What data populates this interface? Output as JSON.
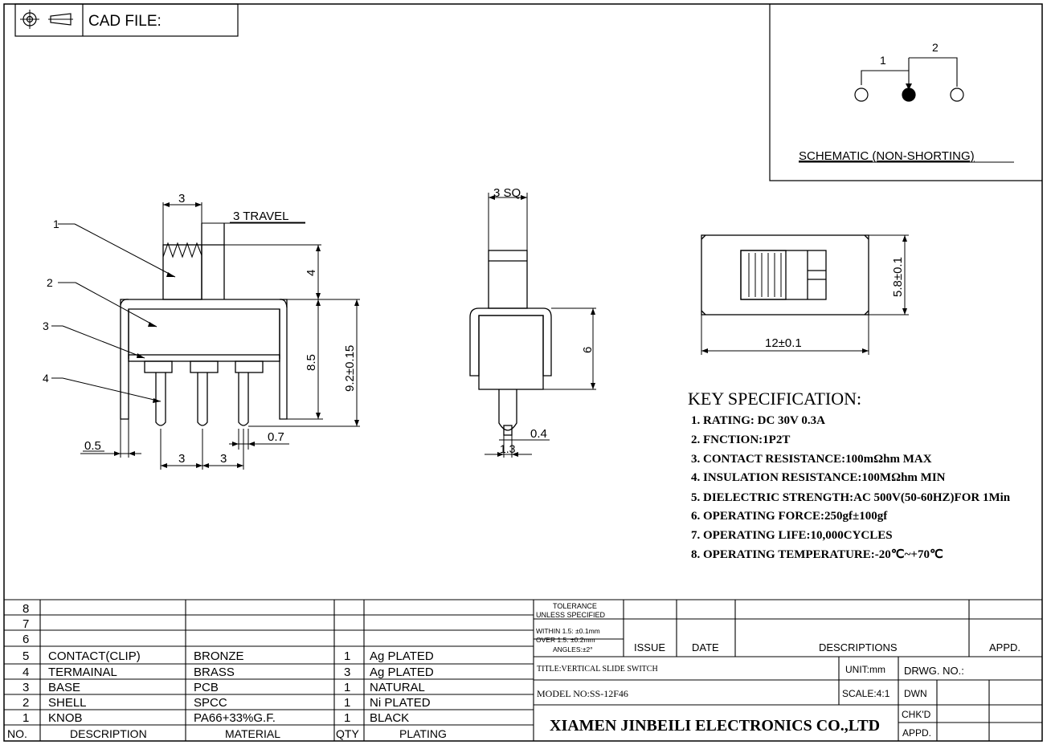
{
  "header": {
    "cad_label": "CAD FILE:",
    "projection_icon": "third-angle-projection-icon"
  },
  "schematic": {
    "pin1": "1",
    "pin2": "2",
    "caption": "SCHEMATIC (NON-SHORTING)"
  },
  "side_view": {
    "callouts": [
      "1",
      "2",
      "3",
      "4"
    ],
    "dim_knob": "3",
    "dim_travel": "3 TRAVEL",
    "dim_knob_height": "4",
    "dim_body": "8.5",
    "dim_total": "9.2±0.15",
    "dim_pitch_1": "3",
    "dim_pitch_2": "3",
    "dim_leg": "0.5",
    "dim_pin": "0.7"
  },
  "end_view": {
    "dim_square": "3 SQ",
    "dim_height": "6",
    "dim_pin_thk": "0.4",
    "dim_pin_w": "1.3"
  },
  "top_view": {
    "dim_width": "12±0.1",
    "dim_height": "5.8±0.1"
  },
  "spec": {
    "title": "KEY SPECIFICATION:",
    "items": [
      "1. RATING: DC 30V  0.3A",
      "2. FNCTION:1P2T",
      "3. CONTACT RESISTANCE:100mΩhm MAX",
      "4. INSULATION RESISTANCE:100MΩhm MIN",
      "5. DIELECTRIC STRENGTH:AC 500V(50-60HZ)FOR 1Min",
      "6. OPERATING FORCE:250gf±100gf",
      "7. OPERATING LIFE:10,000CYCLES",
      "8. OPERATING TEMPERATURE:-20℃~+70℃"
    ]
  },
  "bom": {
    "headers": [
      "NO.",
      "DESCRIPTION",
      "MATERIAL",
      "QTY",
      "PLATING"
    ],
    "rows": [
      [
        "8",
        "",
        "",
        "",
        ""
      ],
      [
        "7",
        "",
        "",
        "",
        ""
      ],
      [
        "6",
        "",
        "",
        "",
        ""
      ],
      [
        "5",
        "CONTACT(CLIP)",
        "BRONZE",
        "1",
        "Ag PLATED"
      ],
      [
        "4",
        "TERMAINAL",
        "BRASS",
        "3",
        "Ag PLATED"
      ],
      [
        "3",
        "BASE",
        "PCB",
        "1",
        "NATURAL"
      ],
      [
        "2",
        "SHELL",
        "SPCC",
        "1",
        "Ni PLATED"
      ],
      [
        "1",
        "KNOB",
        "PA66+33%G.F.",
        "1",
        "BLACK"
      ]
    ]
  },
  "title_block": {
    "tolerance_1": "TOLERANCE",
    "tolerance_2": "UNLESS SPECIFIED",
    "tolerance_3": "WITHIN 1.5: ±0.1mm",
    "tolerance_4": "OVER 1.5: ±0.2mm",
    "tolerance_5": "ANGLES:±2°",
    "issue": "ISSUE",
    "date": "DATE",
    "descriptions": "DESCRIPTIONS",
    "appd": "APPD.",
    "title": "TITLE:VERTICAL SLIDE SWITCH",
    "unit": "UNIT:mm",
    "drwg_no": "DRWG. NO.:",
    "model": "MODEL NO:SS-12F46",
    "scale": "SCALE:4:1",
    "dwn": "DWN",
    "chkd": "CHK'D",
    "appd2": "APPD.",
    "company": "XIAMEN JINBEILI ELECTRONICS CO.,LTD"
  }
}
